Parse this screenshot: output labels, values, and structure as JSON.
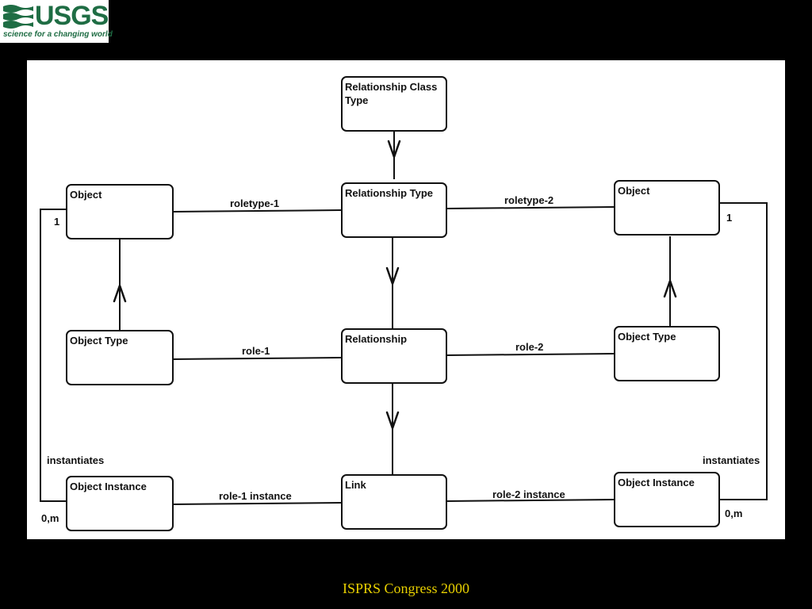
{
  "logo": {
    "name": "USGS",
    "tagline": "science for a changing world",
    "icon": "usgs-wave-icon",
    "color": "#1f6d44"
  },
  "diagram": {
    "nodes": {
      "relationship_class_type": "Relationship Class\n    Type",
      "relationship_type": "Relationship Type",
      "relationship": "Relationship",
      "link": "Link",
      "object_left": "Object",
      "object_type_left": "Object Type",
      "object_instance_left": "Object Instance",
      "object_right": "Object",
      "object_type_right": "Object Type",
      "object_instance_right": "Object Instance"
    },
    "edges": {
      "roletype_1": "roletype-1",
      "roletype_2": "roletype-2",
      "role_1": "role-1",
      "role_2": "role-2",
      "role_1_instance": "role-1 instance",
      "role_2_instance": "role-2 instance",
      "instantiates_left": "instantiates",
      "instantiates_right": "instantiates",
      "mult_1_left": "1",
      "mult_0m_left": "0,m",
      "mult_1_right": "1",
      "mult_0m_right": "0,m"
    }
  },
  "footer": {
    "text": "ISPRS Congress 2000",
    "color": "#e8d000"
  }
}
